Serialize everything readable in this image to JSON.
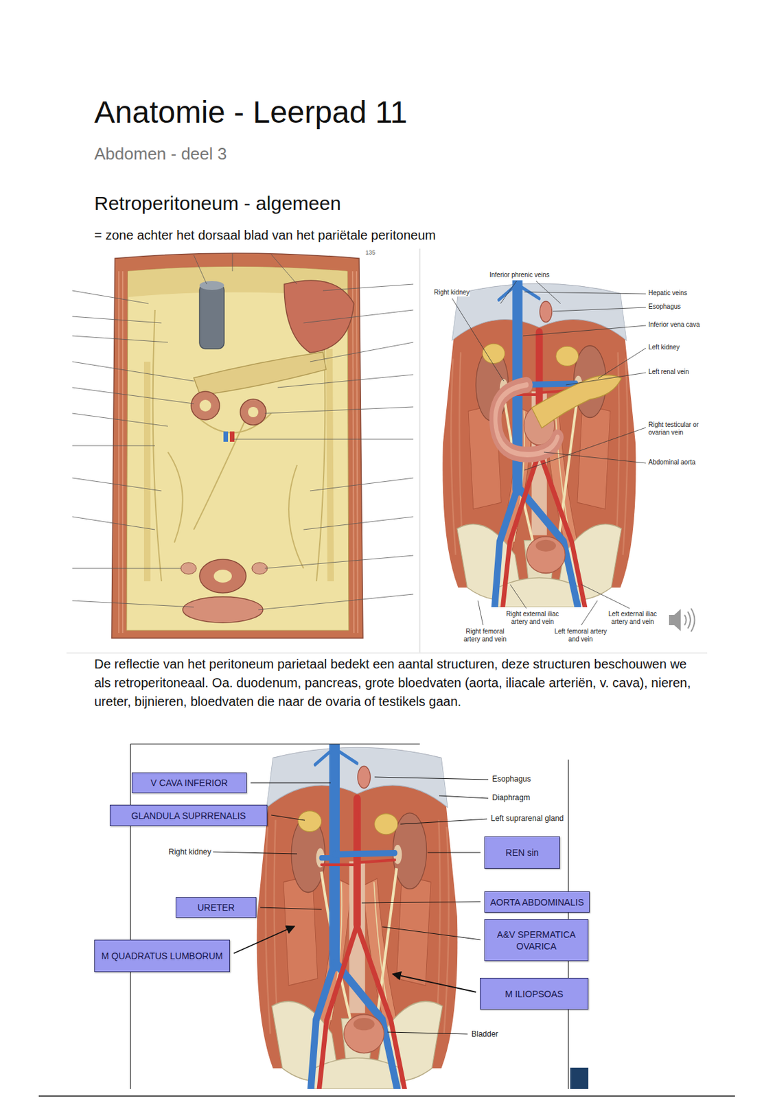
{
  "diagram": {
    "title": "Anatomie - Leerpad 11",
    "nodes": [
      {
        "text": [
          "V CAVA INFERIOR"
        ]
      },
      {
        "text": [
          "GLANDULA SUPRRENALIS"
        ]
      },
      {
        "text": [
          "REN sin"
        ]
      },
      {
        "text": [
          "AORTA ABDOMINALIS"
        ]
      },
      {
        "text": [
          "URETER"
        ]
      },
      {
        "text": [
          "A&V SPERMATICA OVARICA"
        ]
      },
      {
        "text": [
          "M QUADRATUS LUMBORUM"
        ]
      },
      {
        "text": [
          "M ILIOPSOAS"
        ]
      }
    ],
    "labels": [
      "Abdomen - deel 3",
      "Retroperitoneum - algemeen",
      "= zone achter het dorsaal blad van het pariëtale peritoneum",
      "135",
      "Inferior phrenic veins",
      "Right kidney",
      "Hepatic veins",
      "Esophagus",
      "Inferior vena cava",
      "Left kidney",
      "Left renal vein",
      "Right testicular or ovarian vein",
      "Abdominal aorta",
      "Right external iliac artery and vein",
      "Left external iliac artery and vein",
      "Right femoral artery and vein",
      "Left femoral artery and vein",
      "De reflectie van het peritoneum parietaal bedekt een aantal structuren, deze structuren beschouwen we als retroperitoneaal. Oa. duodenum, pancreas, grote bloedvaten (aorta, iliacale arteriën, v. cava), nieren, ureter, bijnieren, bloedvaten die naar de ovaria of testikels gaan.",
      "Esophagus",
      "Diaphragm",
      "Left suprarenal gland",
      "Right kidney",
      "Bladder"
    ]
  }
}
